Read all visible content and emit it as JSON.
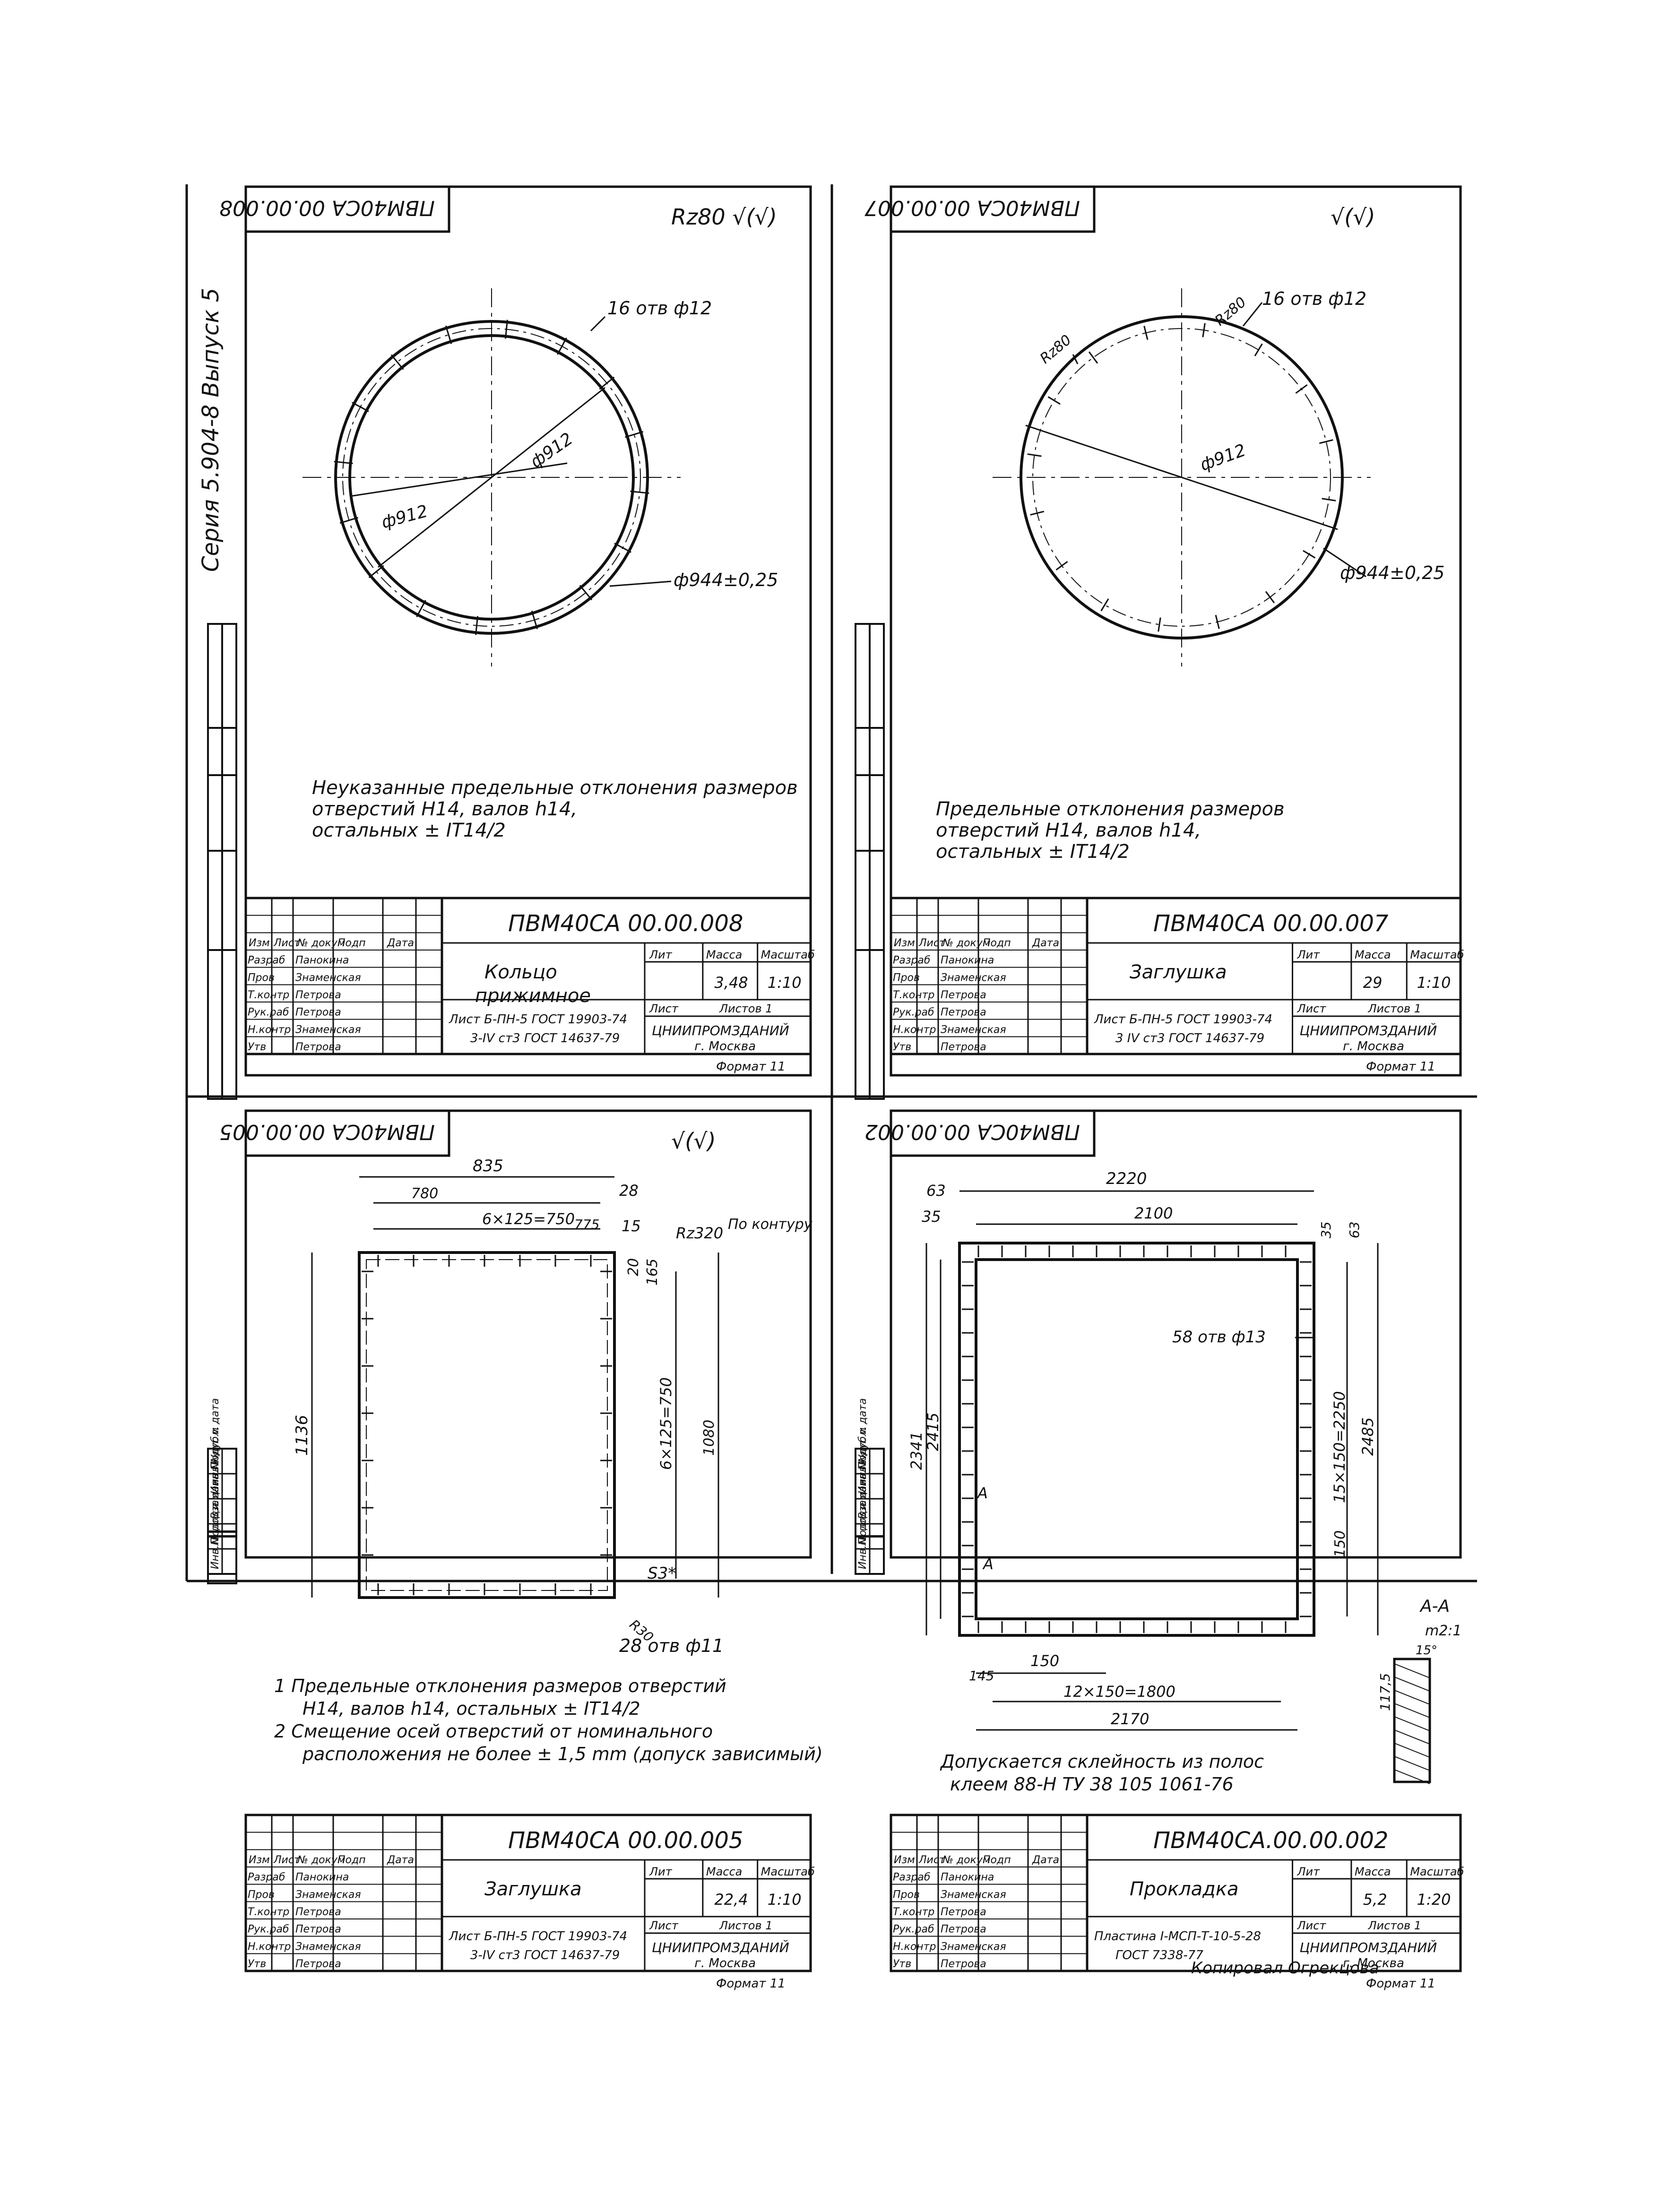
{
  "series_label": "Серия 5.904-8 Выпуск 5",
  "side_stamp_labels": [
    "Инв.№ подл.",
    "Подп. и дата",
    "Взам. инв.№",
    "Инв.№ дубл.",
    "Подп. и дата"
  ],
  "title_block_headers": {
    "izm": "Изм",
    "list": "Лист",
    "doc_no": "№ докум",
    "podp": "Подп",
    "data": "Дата",
    "lit": "Лит",
    "massa": "Масса",
    "masshtab": "Масштаб",
    "list_label": "Лист",
    "listov_label": "Листов 1"
  },
  "roles": [
    "Разраб",
    "Пров",
    "Т.контр",
    "Рук.раб",
    "Н.контр",
    "Утв"
  ],
  "names": [
    "Панокина",
    "Знаменская",
    "Петрова",
    "Петрова",
    "Знаменская",
    "Петрова"
  ],
  "org": "ЦНИИПРОМЗДАНИЙ",
  "city": "г. Москва",
  "format": "Формат 11",
  "drawings": [
    {
      "code": "ПВМ40СА 00.00.008",
      "code_mirror": "ПВМ40СА 00.00.008",
      "roughness": "Rz80 √(√)",
      "name_line1": "Кольцо",
      "name_line2": "прижимное",
      "mass": "3,48",
      "scale": "1:10",
      "material_line1": "Лист Б-ПН-5 ГОСТ 19903-74",
      "material_line2": "3-IV ст3 ГОСТ 14637-79",
      "dims": [
        "16 отв ф12",
        "ф912",
        "ф912",
        "ф944±0,25"
      ],
      "note_lines": [
        "Неуказанные предельные отклонения размеров",
        "отверстий  H14,  валов  h14,",
        "остальных ± IT14/2"
      ]
    },
    {
      "code": "ПВМ40СА 00.00.007",
      "code_mirror": "ПВМ40СА 00.00.007",
      "roughness": "√(√)",
      "name_line1": "Заглушка",
      "name_line2": "",
      "mass": "29",
      "scale": "1:10",
      "material_line1": "Лист Б-ПН-5 ГОСТ 19903-74",
      "material_line2": "3 IV ст3 ГОСТ 14637-79",
      "dims": [
        "Rz80",
        "Rz80",
        "16 отв ф12",
        "ф912",
        "ф944±0,25"
      ],
      "note_lines": [
        "Предельные отклонения размеров",
        "отверстий  H14,  валов  h14,",
        "остальных ± IT14/2"
      ]
    },
    {
      "code": "ПВМ40СА 00.00.005",
      "code_mirror": "ПВМ40СА 00.00.005",
      "roughness": "√(√)",
      "name_line1": "Заглушка",
      "name_line2": "",
      "mass": "22,4",
      "scale": "1:10",
      "material_line1": "Лист Б-ПН-5 ГОСТ 19903-74",
      "material_line2": "3-IV ст3 ГОСТ 14637-79",
      "dims": [
        "835",
        "780",
        "28",
        "6×125=750",
        "775",
        "15",
        "Rz320",
        "По контуру",
        "20",
        "165",
        "1136",
        "6×125=750",
        "1080",
        "S3*",
        "28 отв ф11",
        "R30"
      ],
      "note_lines": [
        "1  Предельные отклонения размеров отверстий",
        "H14,  валов  h14,  остальных ± IT14/2",
        "2  Смещение осей отверстий от номинального",
        "расположения не более ± 1,5 mm (допуск зависимый)"
      ]
    },
    {
      "code": "ПВМ40СА.00.00.002",
      "code_mirror": "ПВМ40СА 00.00.002",
      "roughness": "",
      "name_line1": "Прокладка",
      "name_line2": "",
      "mass": "5,2",
      "scale": "1:20",
      "material_line1": "Пластина I-МСП-Т-10-5-28",
      "material_line2": "ГОСТ 7338-77",
      "dims": [
        "2220",
        "63",
        "35",
        "2100",
        "35",
        "63",
        "58 отв ф13",
        "2341",
        "2415",
        "15×150=2250",
        "2485",
        "A",
        "A",
        "150",
        "150",
        "145",
        "12×150=1800",
        "2170",
        "A-A",
        "m2:1",
        "117,5",
        "15°"
      ],
      "note_lines": [
        "Допускается склейность из полос",
        "клеем 88-Н ТУ 38 105 1061-76"
      ]
    }
  ],
  "footer_note": "Копировал  Огрекцова"
}
